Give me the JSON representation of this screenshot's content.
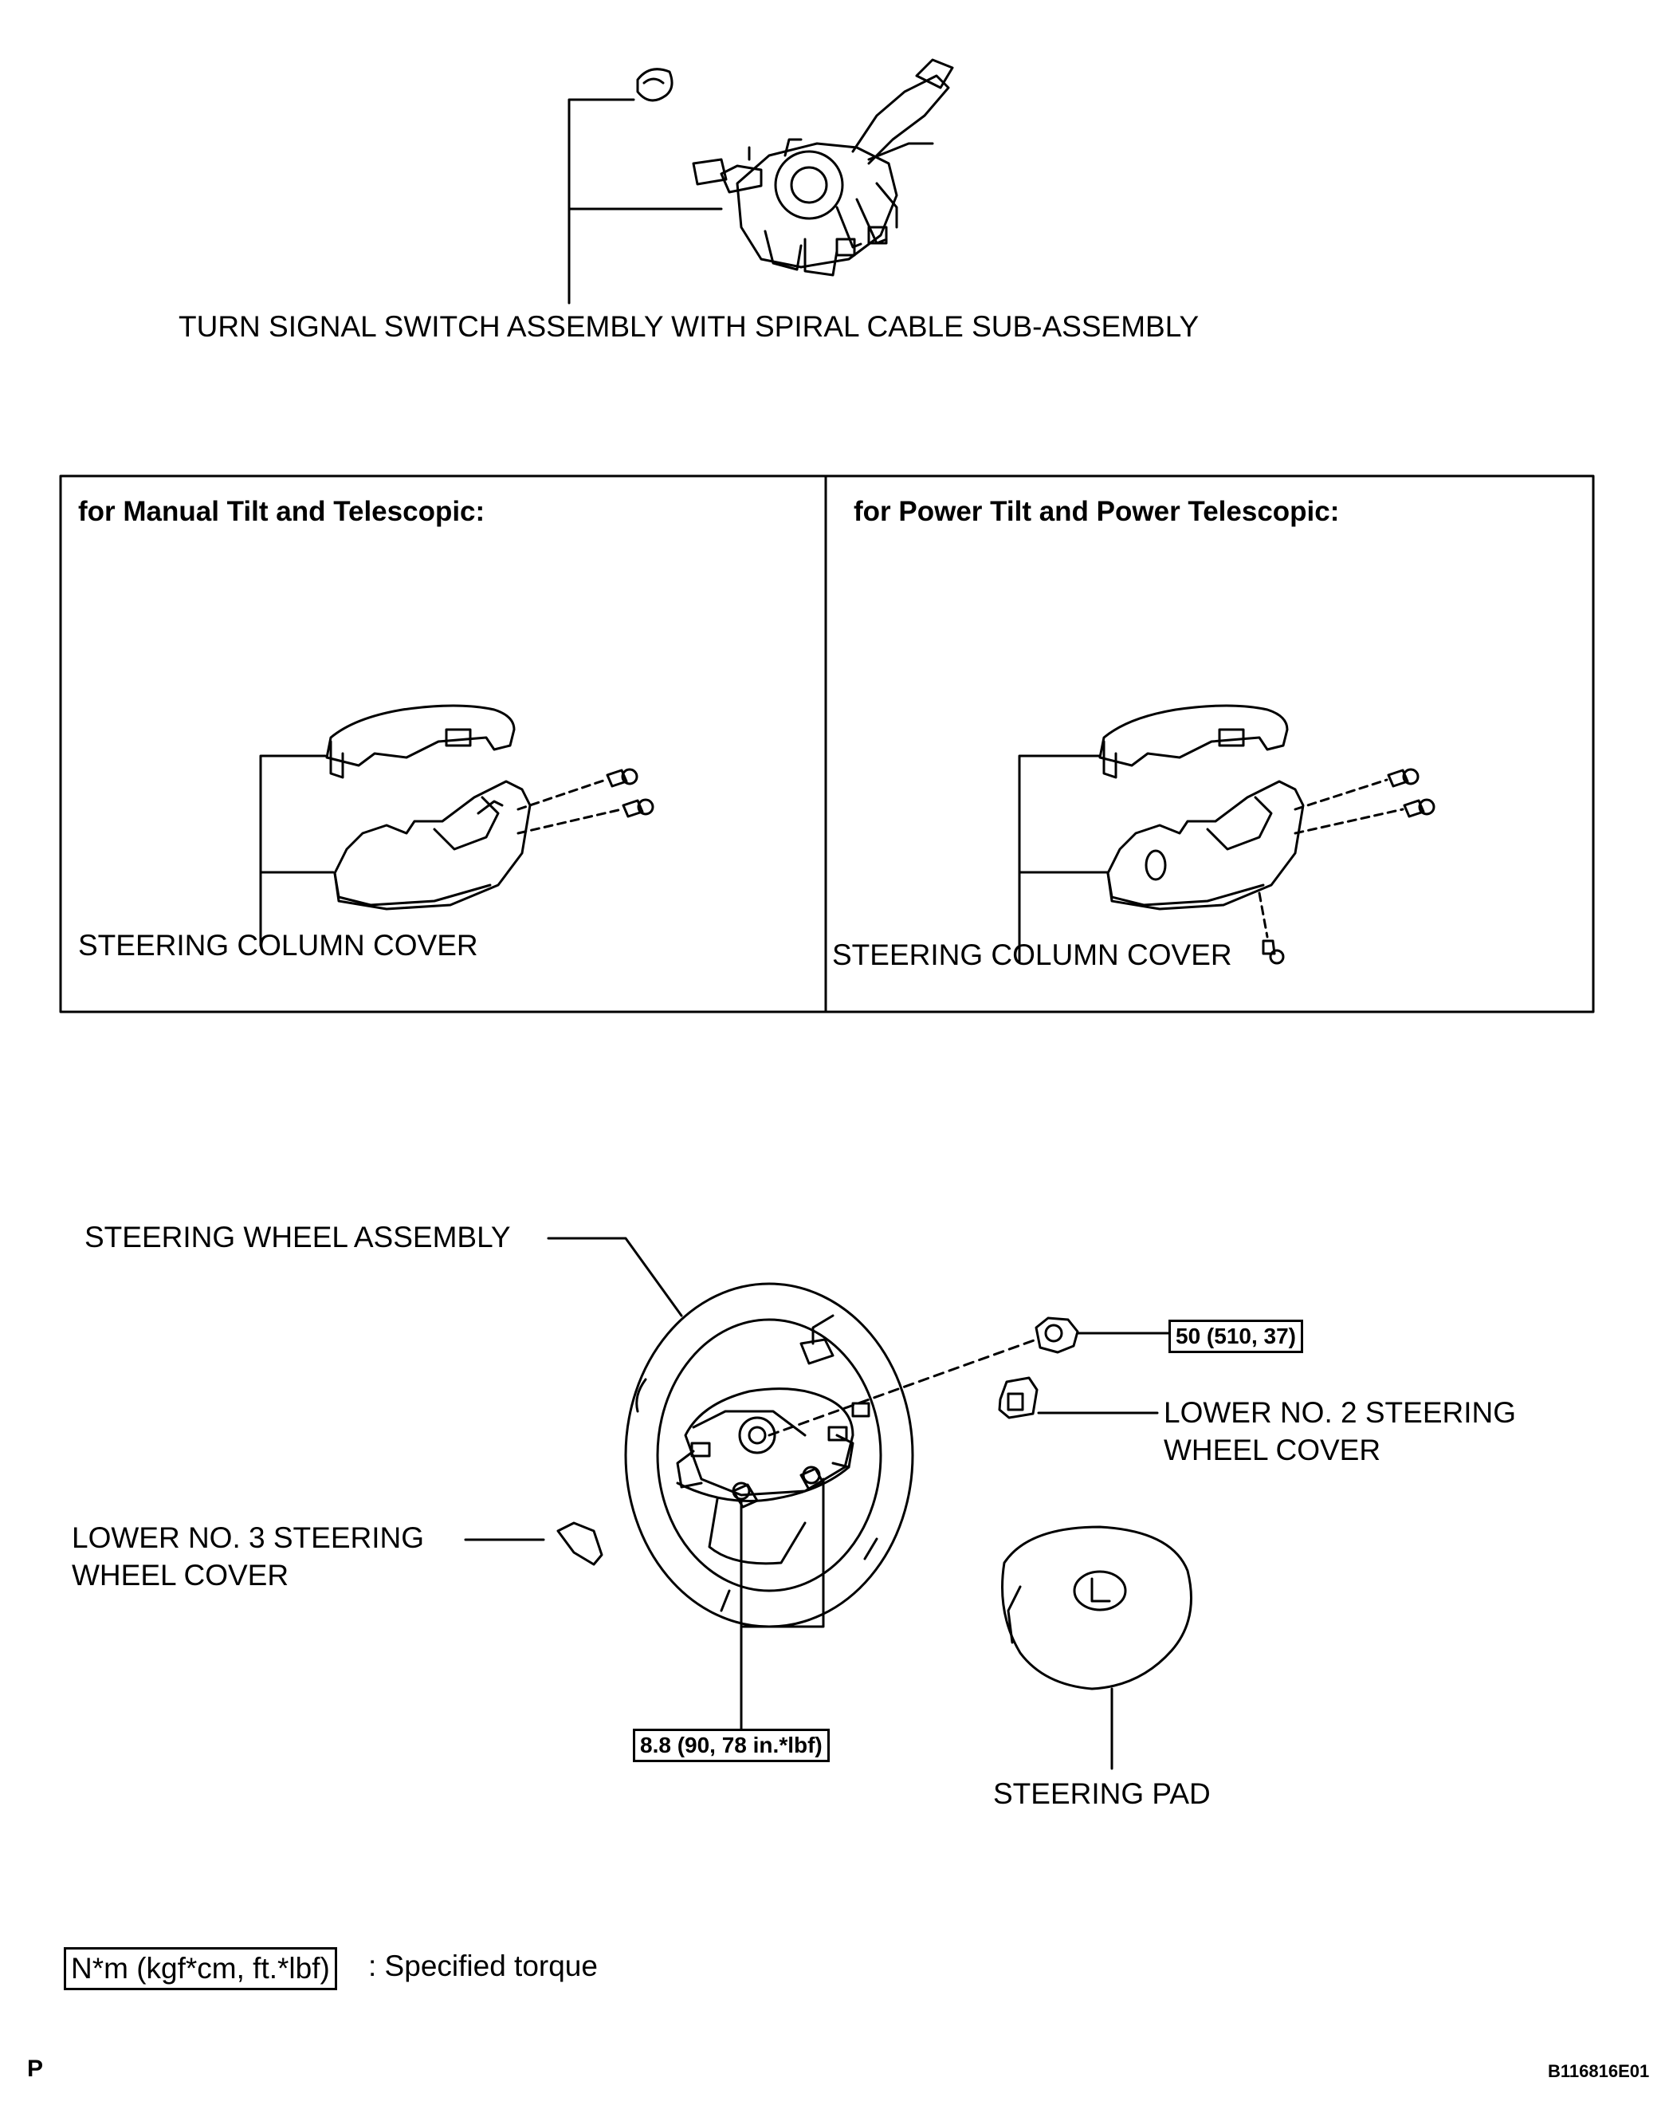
{
  "labels": {
    "turn_signal": "TURN SIGNAL SWITCH ASSEMBLY WITH SPIRAL CABLE SUB-ASSEMBLY",
    "panel_left_header": "for Manual Tilt and Telescopic:",
    "panel_right_header": "for Power Tilt and Power Telescopic:",
    "column_cover_left": "STEERING COLUMN COVER",
    "column_cover_right": "STEERING COLUMN COVER",
    "steering_wheel": "STEERING WHEEL ASSEMBLY",
    "lower_no2_line1": "LOWER NO. 2 STEERING",
    "lower_no2_line2": "WHEEL COVER",
    "lower_no3_line1": "LOWER NO. 3 STEERING",
    "lower_no3_line2": "WHEEL COVER",
    "steering_pad": "STEERING PAD"
  },
  "torque": {
    "nut": "50 (510, 37)",
    "bolts": "8.8 (90, 78 in.*lbf)"
  },
  "legend": {
    "box": "N*m (kgf*cm, ft.*lbf)",
    "text": ": Specified torque"
  },
  "footer": {
    "letter": "P",
    "code": "B116816E01"
  }
}
